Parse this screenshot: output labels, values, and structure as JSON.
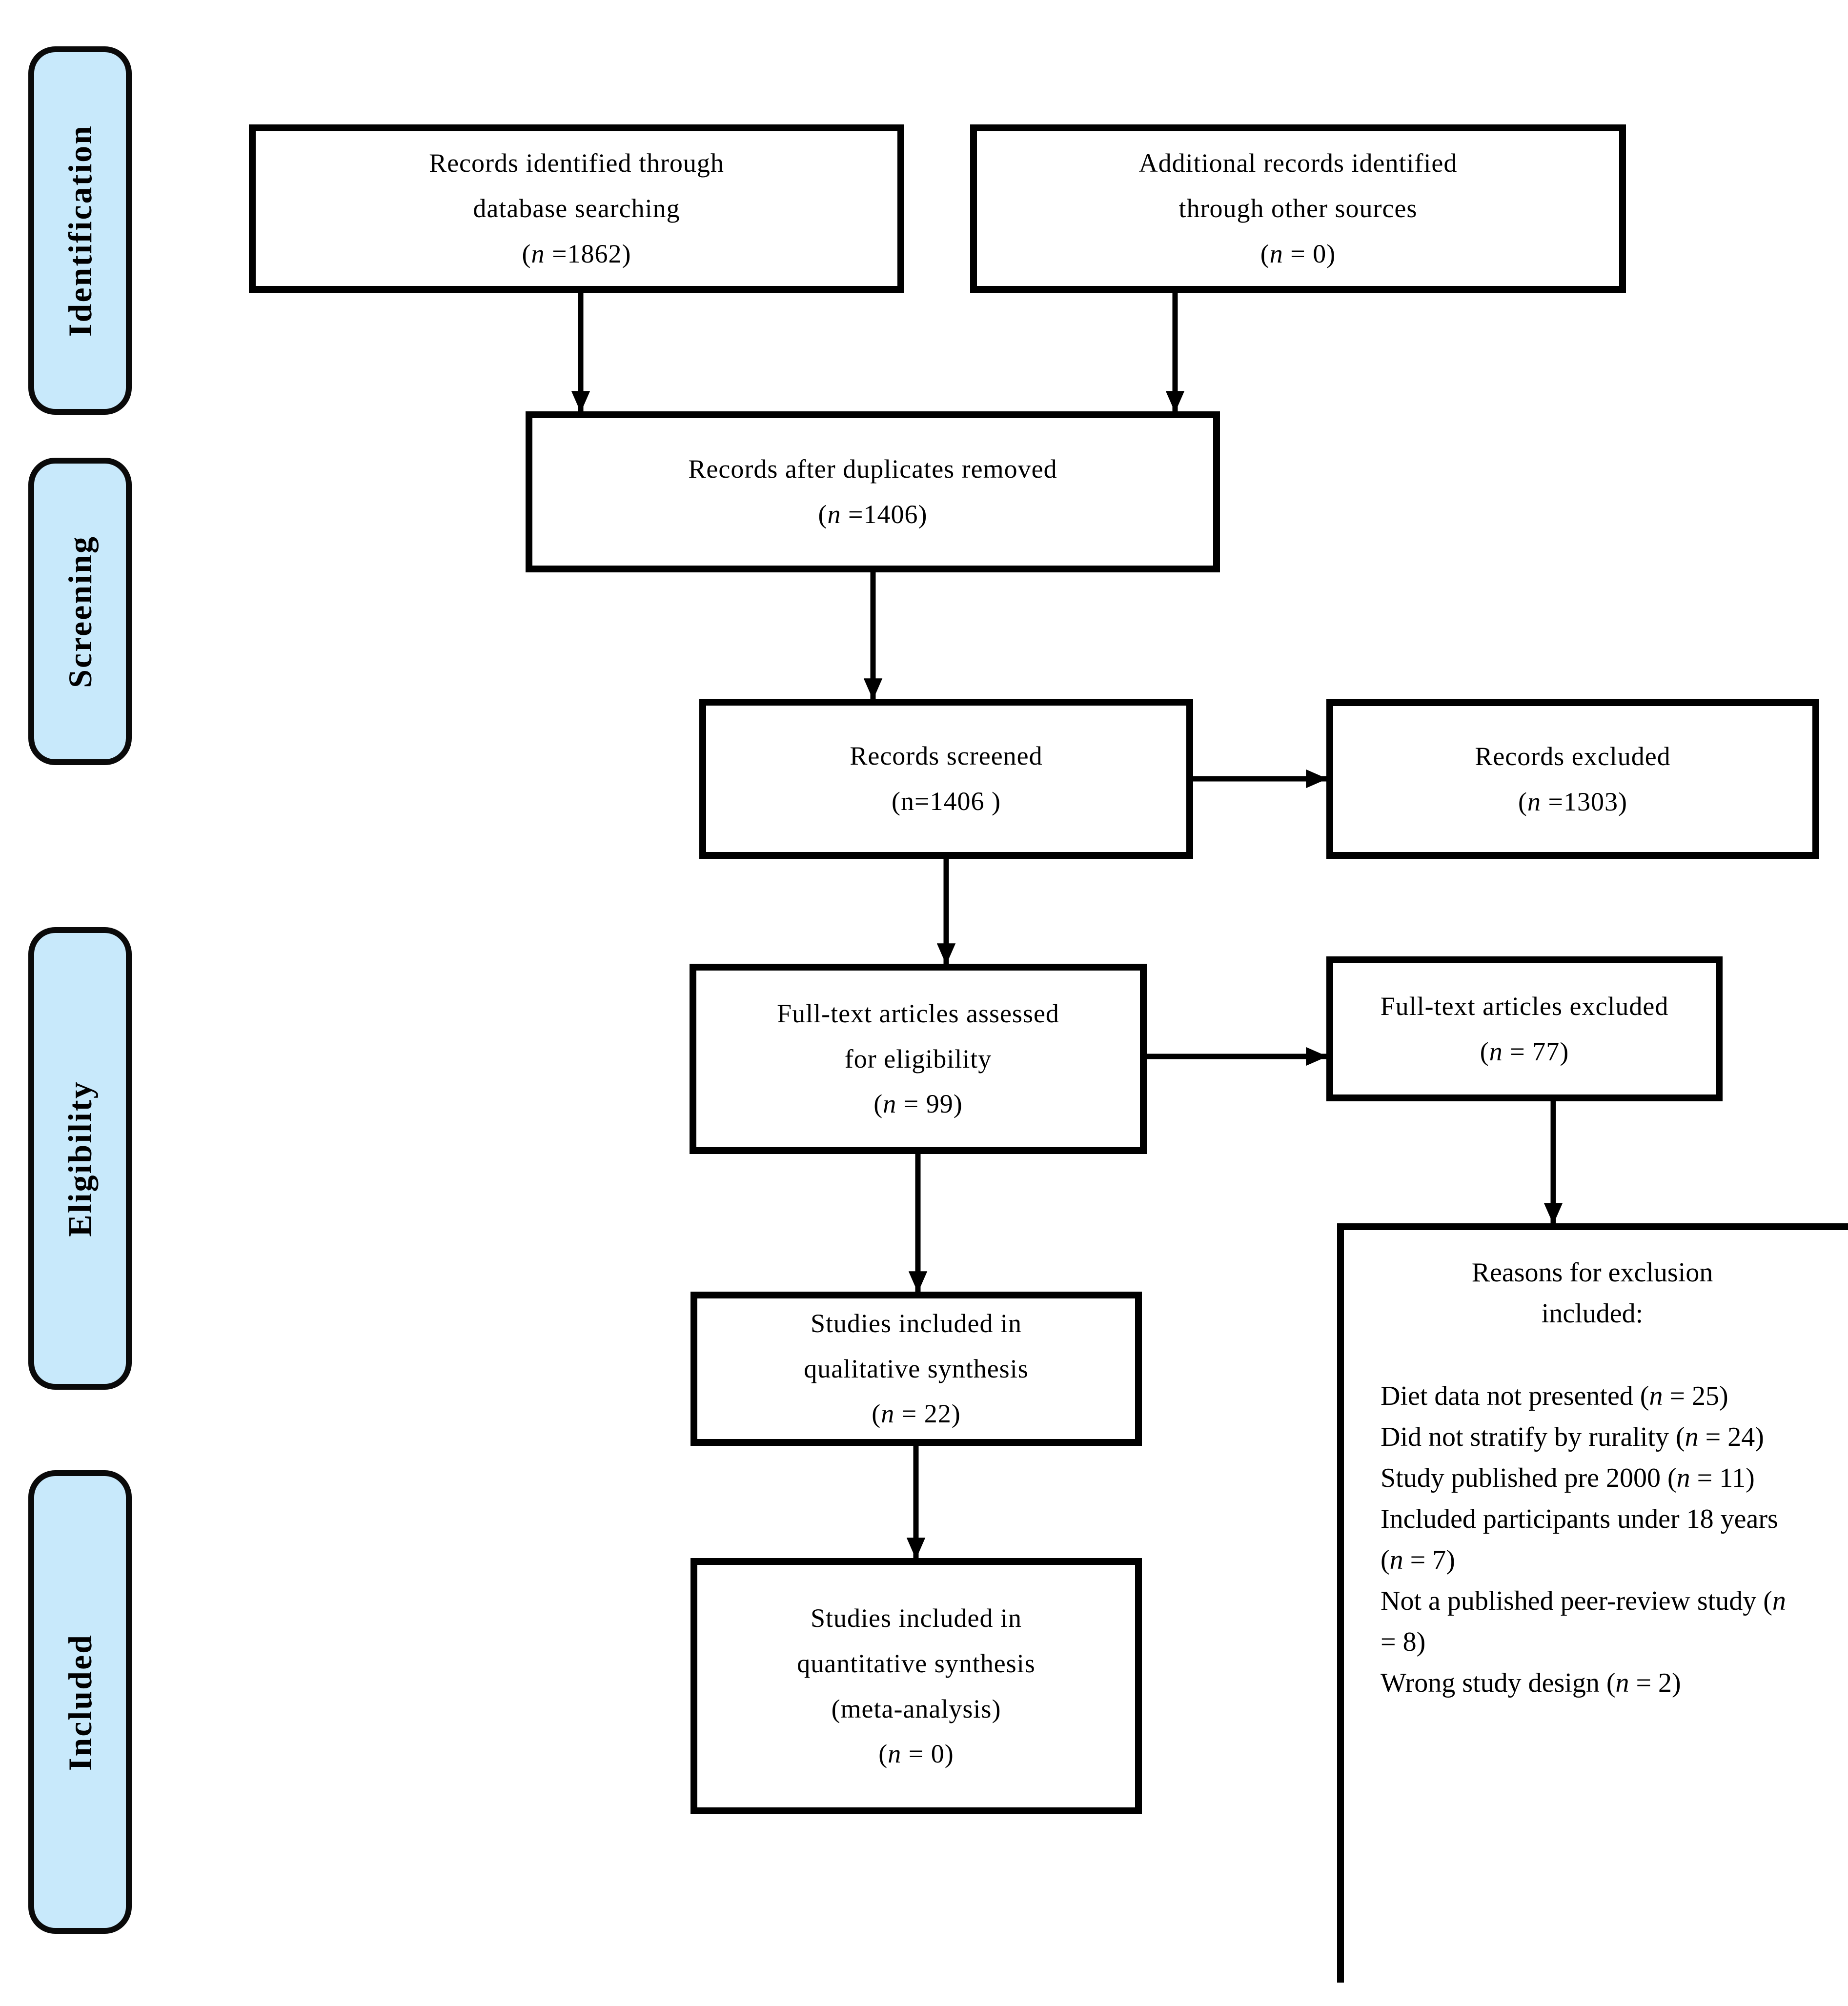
{
  "figure": {
    "background": "#ffffff",
    "stage_fill": "#C8E9FB",
    "line_color": "#000000"
  },
  "stages": [
    {
      "label": "Identification"
    },
    {
      "label": "Screening"
    },
    {
      "label": "Eligibility"
    },
    {
      "label": "Included"
    }
  ],
  "boxes": {
    "identified": {
      "line1": "Records identified through",
      "line2": "database searching",
      "count": "(n =1862)"
    },
    "additional": {
      "line1": "Additional records identified",
      "line2": "through other sources",
      "count": "(n = 0)"
    },
    "dedup": {
      "line1": "Records after duplicates removed",
      "count": "(n =1406)"
    },
    "screened": {
      "line1": "Records screened",
      "count": "(n=1406 )"
    },
    "records_excluded": {
      "line1": "Records excluded",
      "count": "(n =1303)"
    },
    "ft_assessed": {
      "line1": "Full-text articles assessed",
      "line2": "for eligibility",
      "count": "(n = 99)"
    },
    "ft_excluded": {
      "line1": "Full-text articles excluded",
      "count": "(n = 77)"
    },
    "qualitative": {
      "line1": "Studies included in",
      "line2": "qualitative synthesis",
      "count": "(n = 22)"
    },
    "quantitative": {
      "line1": "Studies included in",
      "line2": "quantitative synthesis",
      "line3": "(meta-analysis)",
      "count": "(n = 0)"
    }
  },
  "reasons": {
    "heading_line1": "Reasons for exclusion",
    "heading_line2": "included:",
    "items": [
      "Diet data not presented (n = 25)",
      "Did not stratify by rurality (n = 24)",
      "Study published pre 2000 (n = 11)",
      "Included participants under 18 years (n = 7)",
      "Not a published peer-review study (n = 8)",
      "Wrong study design (n = 2)"
    ]
  }
}
